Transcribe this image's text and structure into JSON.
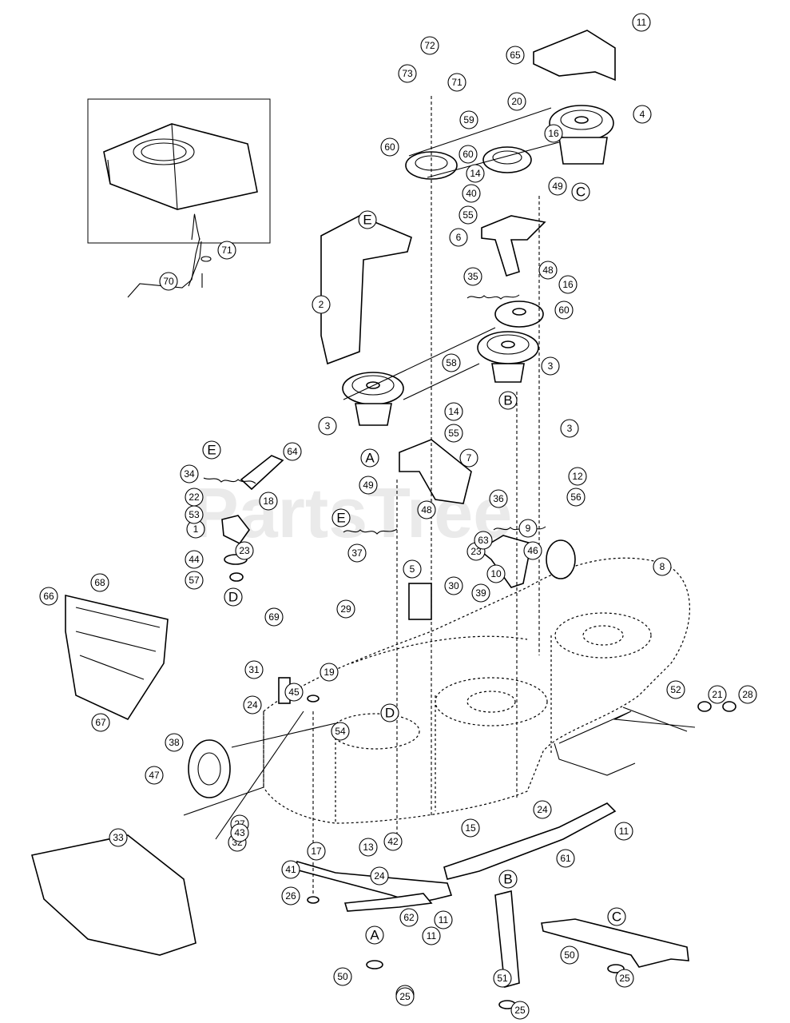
{
  "watermark": "PartsTree",
  "labels": [
    "1",
    "2",
    "3",
    "3",
    "3",
    "4",
    "5",
    "6",
    "7",
    "8",
    "9",
    "10",
    "11",
    "11",
    "11",
    "11",
    "12",
    "13",
    "14",
    "14",
    "15",
    "16",
    "16",
    "17",
    "18",
    "19",
    "20",
    "21",
    "22",
    "23",
    "23",
    "24",
    "24",
    "24",
    "25",
    "25",
    "25",
    "25",
    "26",
    "27",
    "28",
    "29",
    "30",
    "31",
    "32",
    "33",
    "34",
    "35",
    "36",
    "37",
    "38",
    "39",
    "40",
    "41",
    "42",
    "43",
    "44",
    "45",
    "46",
    "47",
    "48",
    "48",
    "49",
    "49",
    "50",
    "50",
    "51",
    "52",
    "53",
    "54",
    "55",
    "55",
    "56",
    "57",
    "58",
    "59",
    "60",
    "60",
    "60",
    "61",
    "62",
    "63",
    "64",
    "65",
    "66",
    "67",
    "68",
    "69",
    "70",
    "71",
    "71",
    "72",
    "73"
  ],
  "letters": [
    "A",
    "A",
    "B",
    "B",
    "C",
    "C",
    "D",
    "D",
    "E",
    "E",
    "E"
  ],
  "colors": {
    "ink": "#000000",
    "watermark": "#d9d9d9",
    "paper": "#ffffff"
  }
}
